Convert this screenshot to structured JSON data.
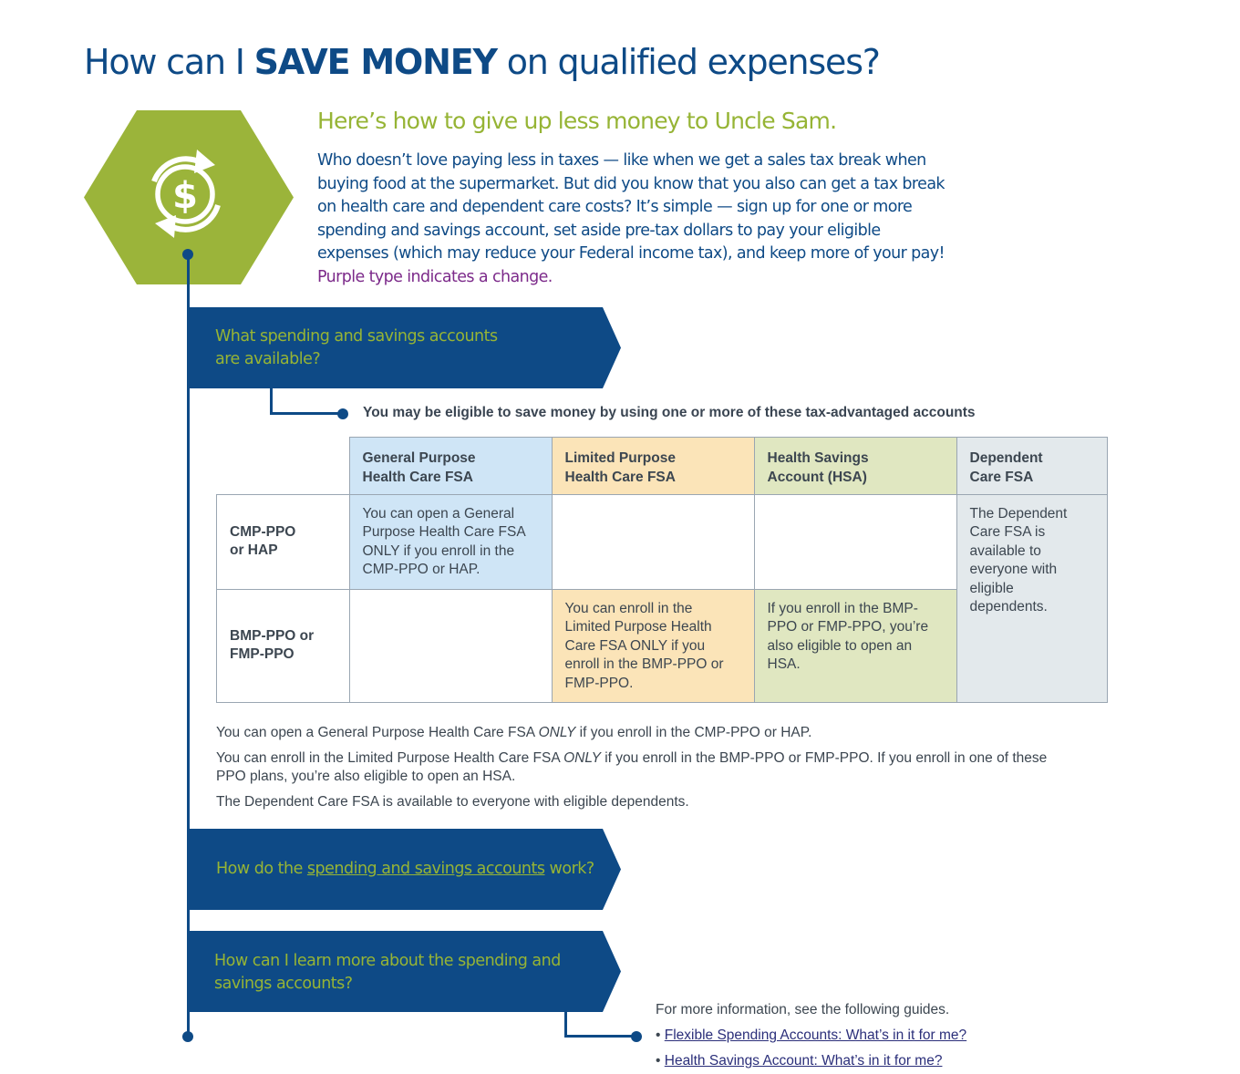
{
  "header": {
    "title_prefix": "How can I ",
    "title_bold": "SAVE MONEY",
    "title_suffix": " on qualified expenses?"
  },
  "intro": {
    "subtitle": "Here’s how to give up less money to Uncle Sam.",
    "body": "Who doesn’t love paying less in taxes — like when we get a sales tax break when buying food at the supermarket. But did you know that you also can get a tax break on health care and dependent care costs? It’s simple — sign up for one or more spending and savings account, set aside pre-tax dollars to pay your eligible expenses (which may reduce your Federal income tax), and keep more of your pay!",
    "change_note": "Purple type indicates a change."
  },
  "sections": {
    "s1_line1": "What spending and savings accounts",
    "s1_line2": "are available?",
    "s2_prefix": "How do the ",
    "s2_link": "spending and savings accounts",
    "s2_suffix": " work?",
    "s3_line1": "How can I learn more about the spending and",
    "s3_line2": "savings accounts?"
  },
  "eligible_text": "You may be eligible to save money by using one or more of these tax-advantaged accounts",
  "table": {
    "headers": [
      {
        "l1": "General Purpose",
        "l2": "Health Care FSA"
      },
      {
        "l1": "Limited Purpose",
        "l2": "Health Care FSA"
      },
      {
        "l1": "Health Savings",
        "l2": "Account (HSA)"
      },
      {
        "l1": "Dependent",
        "l2": "Care FSA"
      }
    ],
    "rows": [
      {
        "l1": "CMP-PPO",
        "l2": "or HAP"
      },
      {
        "l1": "BMP-PPO or",
        "l2": "FMP-PPO"
      }
    ],
    "gp_cmp": "You can open a General Purpose Health Care FSA ONLY if you enroll in the CMP-PPO or HAP.",
    "lp_bmp": "You can enroll in the Limited Purpose Health Care FSA ONLY if you enroll in the BMP-PPO or FMP-PPO.",
    "hsa_bmp": "If you enroll in the BMP-PPO or FMP-PPO, you’re also eligible to open an HSA.",
    "dc_all": "The Dependent Care FSA is available to everyone with eligible dependents."
  },
  "notes": {
    "n1_a": "You can open a General Purpose Health Care FSA ",
    "n1_b": "ONLY",
    "n1_c": " if you enroll in the CMP-PPO or HAP.",
    "n2_a": "You can enroll in the Limited Purpose Health Care FSA ",
    "n2_b": "ONLY",
    "n2_c": " if you enroll in the BMP-PPO or FMP-PPO. If you enroll in one of these PPO plans, you’re also eligible to open an HSA.",
    "n3": "The Dependent Care FSA is available to everyone with eligible dependents."
  },
  "more": {
    "intro": "For more information, see the following guides.",
    "bullet": "•",
    "link1": "Flexible Spending Accounts: What’s in it for me?",
    "link2": "Health Savings Account: What’s in it for me?"
  },
  "colors": {
    "navy": "#0e4a86",
    "green": "#96b435",
    "hex_green": "#9bb43a",
    "purple": "#7c2a8a"
  },
  "icons": {
    "hero": "dollar-cycle-icon"
  }
}
